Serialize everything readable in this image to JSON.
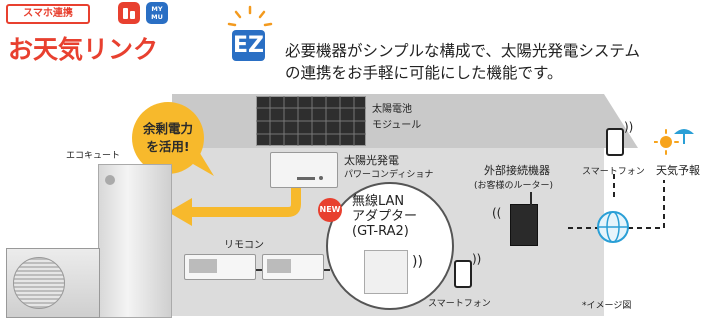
{
  "header": {
    "tag_label": "スマホ連携",
    "app_icon_label": "MY MU",
    "logo_text": "お天気リンク",
    "logo_ez": "EZ",
    "description_line1": "必要機器がシンプルな構成で、太陽光発電システム",
    "description_line2": "の連携をお手軽に可能にした機能です。"
  },
  "diagram": {
    "solar_module_line1": "太陽電池",
    "solar_module_line2": "モジュール",
    "bubble_line1": "余剰電力",
    "bubble_line2": "を活用!",
    "eco_cute": "エコキュート",
    "power_conditioner_line1": "太陽光発電",
    "power_conditioner_line2": "パワーコンディショナ",
    "external_device_line1": "外部接続機器",
    "external_device_line2": "(お客様のルーター)",
    "smartphone_top": "スマートフォン",
    "weather_forecast": "天気予報",
    "remote": "リモコン",
    "new_badge": "NEW",
    "lan_line1": "無線LAN",
    "lan_line2": "アダプター",
    "lan_line3": "(GT-RA2)",
    "smartphone_bottom": "スマートフォン",
    "image_note": "*イメージ図"
  },
  "colors": {
    "accent_red": "#e8402f",
    "ez_blue": "#2a6fc4",
    "bubble_yellow": "#f7b92c",
    "house_gray": "#c8c8c8",
    "wall_gray": "#dcdcdc"
  }
}
